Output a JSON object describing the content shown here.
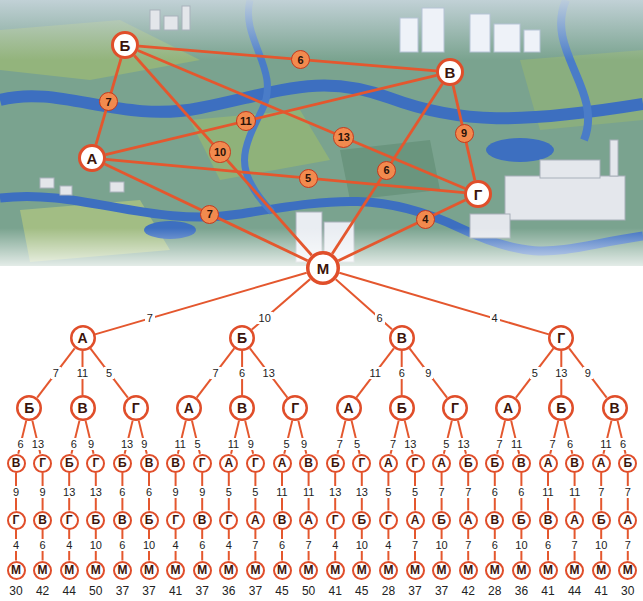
{
  "diagram": {
    "nodes": [
      {
        "text": [
          "Б"
        ]
      },
      {
        "text": [
          "В"
        ]
      },
      {
        "text": [
          "А"
        ]
      },
      {
        "text": [
          "Г"
        ]
      },
      {
        "text": [
          "М"
        ]
      },
      {
        "text": [
          "А"
        ]
      },
      {
        "text": [
          "Б"
        ]
      },
      {
        "text": [
          "В"
        ]
      },
      {
        "text": [
          "Г"
        ]
      },
      {
        "text": [
          "Б"
        ]
      },
      {
        "text": [
          "В"
        ]
      },
      {
        "text": [
          "Г"
        ]
      },
      {
        "text": [
          "А"
        ]
      },
      {
        "text": [
          "В"
        ]
      },
      {
        "text": [
          "Г"
        ]
      },
      {
        "text": [
          "А"
        ]
      },
      {
        "text": [
          "Б"
        ]
      },
      {
        "text": [
          "Г"
        ]
      },
      {
        "text": [
          "А"
        ]
      },
      {
        "text": [
          "Б"
        ]
      },
      {
        "text": [
          "В"
        ]
      },
      {
        "text": [
          "В"
        ]
      },
      {
        "text": [
          "Г"
        ]
      },
      {
        "text": [
          "Б"
        ]
      },
      {
        "text": [
          "Г"
        ]
      },
      {
        "text": [
          "Б"
        ]
      },
      {
        "text": [
          "В"
        ]
      },
      {
        "text": [
          "В"
        ]
      },
      {
        "text": [
          "Г"
        ]
      },
      {
        "text": [
          "А"
        ]
      },
      {
        "text": [
          "Г"
        ]
      },
      {
        "text": [
          "А"
        ]
      },
      {
        "text": [
          "В"
        ]
      },
      {
        "text": [
          "Б"
        ]
      },
      {
        "text": [
          "Г"
        ]
      },
      {
        "text": [
          "А"
        ]
      },
      {
        "text": [
          "Г"
        ]
      },
      {
        "text": [
          "А"
        ]
      },
      {
        "text": [
          "Б"
        ]
      },
      {
        "text": [
          "Б"
        ]
      },
      {
        "text": [
          "В"
        ]
      },
      {
        "text": [
          "А"
        ]
      },
      {
        "text": [
          "В"
        ]
      },
      {
        "text": [
          "А"
        ]
      },
      {
        "text": [
          "Б"
        ]
      },
      {
        "text": [
          "Г"
        ]
      },
      {
        "text": [
          "В"
        ]
      },
      {
        "text": [
          "Г"
        ]
      },
      {
        "text": [
          "Б"
        ]
      },
      {
        "text": [
          "В"
        ]
      },
      {
        "text": [
          "Б"
        ]
      },
      {
        "text": [
          "Г"
        ]
      },
      {
        "text": [
          "В"
        ]
      },
      {
        "text": [
          "Г"
        ]
      },
      {
        "text": [
          "А"
        ]
      },
      {
        "text": [
          "В"
        ]
      },
      {
        "text": [
          "А"
        ]
      },
      {
        "text": [
          "Г"
        ]
      },
      {
        "text": [
          "Б"
        ]
      },
      {
        "text": [
          "Г"
        ]
      },
      {
        "text": [
          "А"
        ]
      },
      {
        "text": [
          "Б"
        ]
      },
      {
        "text": [
          "А"
        ]
      },
      {
        "text": [
          "В"
        ]
      },
      {
        "text": [
          "Б"
        ]
      },
      {
        "text": [
          "В"
        ]
      },
      {
        "text": [
          "А"
        ]
      },
      {
        "text": [
          "Б"
        ]
      },
      {
        "text": [
          "А"
        ]
      },
      {
        "text": [
          "М"
        ]
      },
      {
        "text": [
          "М"
        ]
      },
      {
        "text": [
          "М"
        ]
      },
      {
        "text": [
          "М"
        ]
      },
      {
        "text": [
          "М"
        ]
      },
      {
        "text": [
          "М"
        ]
      },
      {
        "text": [
          "М"
        ]
      },
      {
        "text": [
          "М"
        ]
      },
      {
        "text": [
          "М"
        ]
      },
      {
        "text": [
          "М"
        ]
      },
      {
        "text": [
          "М"
        ]
      },
      {
        "text": [
          "М"
        ]
      },
      {
        "text": [
          "М"
        ]
      },
      {
        "text": [
          "М"
        ]
      },
      {
        "text": [
          "М"
        ]
      },
      {
        "text": [
          "М"
        ]
      },
      {
        "text": [
          "М"
        ]
      },
      {
        "text": [
          "М"
        ]
      },
      {
        "text": [
          "М"
        ]
      },
      {
        "text": [
          "М"
        ]
      },
      {
        "text": [
          "М"
        ]
      },
      {
        "text": [
          "М"
        ]
      },
      {
        "text": [
          "М"
        ]
      },
      {
        "text": [
          "М"
        ]
      }
    ],
    "edges": [
      {
        "from": 0,
        "to": 1,
        "arrow": "none",
        "label": "6"
      },
      {
        "from": 0,
        "to": 2,
        "arrow": "none",
        "label": "7"
      },
      {
        "from": 0,
        "to": 4,
        "arrow": "none",
        "label": "10"
      },
      {
        "from": 0,
        "to": 3,
        "arrow": "none",
        "label": "13"
      },
      {
        "from": 1,
        "to": 2,
        "arrow": "none",
        "label": "11"
      },
      {
        "from": 1,
        "to": 3,
        "arrow": "none",
        "label": "9"
      },
      {
        "from": 1,
        "to": 4,
        "arrow": "none",
        "label": "6"
      },
      {
        "from": 2,
        "to": 3,
        "arrow": "none",
        "label": "5"
      },
      {
        "from": 2,
        "to": 4,
        "arrow": "none",
        "label": "7"
      },
      {
        "from": 3,
        "to": 4,
        "arrow": "none",
        "label": "4"
      },
      {
        "from": 4,
        "to": 5,
        "arrow": "none",
        "label": "7"
      },
      {
        "from": 4,
        "to": 6,
        "arrow": "none",
        "label": "10"
      },
      {
        "from": 4,
        "to": 7,
        "arrow": "none",
        "label": "6"
      },
      {
        "from": 4,
        "to": 8,
        "arrow": "none",
        "label": "4"
      },
      {
        "from": 5,
        "to": 9,
        "arrow": "none",
        "label": "7"
      },
      {
        "from": 5,
        "to": 10,
        "arrow": "none",
        "label": "11"
      },
      {
        "from": 5,
        "to": 11,
        "arrow": "none",
        "label": "5"
      },
      {
        "from": 6,
        "to": 12,
        "arrow": "none",
        "label": "7"
      },
      {
        "from": 6,
        "to": 13,
        "arrow": "none",
        "label": "6"
      },
      {
        "from": 6,
        "to": 14,
        "arrow": "none",
        "label": "13"
      },
      {
        "from": 7,
        "to": 15,
        "arrow": "none",
        "label": "11"
      },
      {
        "from": 7,
        "to": 16,
        "arrow": "none",
        "label": "6"
      },
      {
        "from": 7,
        "to": 17,
        "arrow": "none",
        "label": "9"
      },
      {
        "from": 8,
        "to": 18,
        "arrow": "none",
        "label": "5"
      },
      {
        "from": 8,
        "to": 19,
        "arrow": "none",
        "label": "13"
      },
      {
        "from": 8,
        "to": 20,
        "arrow": "none",
        "label": "9"
      },
      {
        "from": 9,
        "to": 21,
        "arrow": "none",
        "label": "6"
      },
      {
        "from": 9,
        "to": 22,
        "arrow": "none",
        "label": "13"
      },
      {
        "from": 10,
        "to": 23,
        "arrow": "none",
        "label": "6"
      },
      {
        "from": 10,
        "to": 24,
        "arrow": "none",
        "label": "9"
      },
      {
        "from": 11,
        "to": 25,
        "arrow": "none",
        "label": "13"
      },
      {
        "from": 11,
        "to": 26,
        "arrow": "none",
        "label": "9"
      },
      {
        "from": 12,
        "to": 27,
        "arrow": "none",
        "label": "11"
      },
      {
        "from": 12,
        "to": 28,
        "arrow": "none",
        "label": "5"
      },
      {
        "from": 13,
        "to": 29,
        "arrow": "none",
        "label": "11"
      },
      {
        "from": 13,
        "to": 30,
        "arrow": "none",
        "label": "9"
      },
      {
        "from": 14,
        "to": 31,
        "arrow": "none",
        "label": "5"
      },
      {
        "from": 14,
        "to": 32,
        "arrow": "none",
        "label": "9"
      },
      {
        "from": 15,
        "to": 33,
        "arrow": "none",
        "label": "7"
      },
      {
        "from": 15,
        "to": 34,
        "arrow": "none",
        "label": "5"
      },
      {
        "from": 16,
        "to": 35,
        "arrow": "none",
        "label": "7"
      },
      {
        "from": 16,
        "to": 36,
        "arrow": "none",
        "label": "13"
      },
      {
        "from": 17,
        "to": 37,
        "arrow": "none",
        "label": "5"
      },
      {
        "from": 17,
        "to": 38,
        "arrow": "none",
        "label": "13"
      },
      {
        "from": 18,
        "to": 39,
        "arrow": "none",
        "label": "7"
      },
      {
        "from": 18,
        "to": 40,
        "arrow": "none",
        "label": "11"
      },
      {
        "from": 19,
        "to": 41,
        "arrow": "none",
        "label": "7"
      },
      {
        "from": 19,
        "to": 42,
        "arrow": "none",
        "label": "6"
      },
      {
        "from": 20,
        "to": 43,
        "arrow": "none",
        "label": "11"
      },
      {
        "from": 20,
        "to": 44,
        "arrow": "none",
        "label": "6"
      },
      {
        "from": 21,
        "to": 45,
        "arrow": "none",
        "label": "9"
      },
      {
        "from": 22,
        "to": 46,
        "arrow": "none",
        "label": "9"
      },
      {
        "from": 23,
        "to": 47,
        "arrow": "none",
        "label": "13"
      },
      {
        "from": 24,
        "to": 48,
        "arrow": "none",
        "label": "13"
      },
      {
        "from": 25,
        "to": 49,
        "arrow": "none",
        "label": "6"
      },
      {
        "from": 26,
        "to": 50,
        "arrow": "none",
        "label": "6"
      },
      {
        "from": 27,
        "to": 51,
        "arrow": "none",
        "label": "9"
      },
      {
        "from": 28,
        "to": 52,
        "arrow": "none",
        "label": "9"
      },
      {
        "from": 29,
        "to": 53,
        "arrow": "none",
        "label": "5"
      },
      {
        "from": 30,
        "to": 54,
        "arrow": "none",
        "label": "5"
      },
      {
        "from": 31,
        "to": 55,
        "arrow": "none",
        "label": "11"
      },
      {
        "from": 32,
        "to": 56,
        "arrow": "none",
        "label": "11"
      },
      {
        "from": 33,
        "to": 57,
        "arrow": "none",
        "label": "13"
      },
      {
        "from": 34,
        "to": 58,
        "arrow": "none",
        "label": "13"
      },
      {
        "from": 35,
        "to": 59,
        "arrow": "none",
        "label": "5"
      },
      {
        "from": 36,
        "to": 60,
        "arrow": "none",
        "label": "5"
      },
      {
        "from": 37,
        "to": 61,
        "arrow": "none",
        "label": "7"
      },
      {
        "from": 38,
        "to": 62,
        "arrow": "none",
        "label": "7"
      },
      {
        "from": 39,
        "to": 63,
        "arrow": "none",
        "label": "6"
      },
      {
        "from": 40,
        "to": 64,
        "arrow": "none",
        "label": "6"
      },
      {
        "from": 41,
        "to": 65,
        "arrow": "none",
        "label": "11"
      },
      {
        "from": 42,
        "to": 66,
        "arrow": "none",
        "label": "11"
      },
      {
        "from": 43,
        "to": 67,
        "arrow": "none",
        "label": "7"
      },
      {
        "from": 44,
        "to": 68,
        "arrow": "none",
        "label": "7"
      },
      {
        "from": 45,
        "to": 69,
        "arrow": "none",
        "label": "4"
      },
      {
        "from": 46,
        "to": 70,
        "arrow": "none",
        "label": "6"
      },
      {
        "from": 47,
        "to": 71,
        "arrow": "none",
        "label": "4"
      },
      {
        "from": 48,
        "to": 72,
        "arrow": "none",
        "label": "10"
      },
      {
        "from": 49,
        "to": 73,
        "arrow": "none",
        "label": "6"
      },
      {
        "from": 50,
        "to": 74,
        "arrow": "none",
        "label": "10"
      },
      {
        "from": 51,
        "to": 75,
        "arrow": "none",
        "label": "4"
      },
      {
        "from": 52,
        "to": 76,
        "arrow": "none",
        "label": "6"
      },
      {
        "from": 53,
        "to": 77,
        "arrow": "none",
        "label": "4"
      },
      {
        "from": 54,
        "to": 78,
        "arrow": "none",
        "label": "7"
      },
      {
        "from": 55,
        "to": 79,
        "arrow": "none",
        "label": "6"
      },
      {
        "from": 56,
        "to": 80,
        "arrow": "none",
        "label": "7"
      },
      {
        "from": 57,
        "to": 81,
        "arrow": "none",
        "label": "4"
      },
      {
        "from": 58,
        "to": 82,
        "arrow": "none",
        "label": "10"
      },
      {
        "from": 59,
        "to": 83,
        "arrow": "none",
        "label": "4"
      },
      {
        "from": 60,
        "to": 84,
        "arrow": "none",
        "label": "7"
      },
      {
        "from": 61,
        "to": 85,
        "arrow": "none",
        "label": "10"
      },
      {
        "from": 62,
        "to": 86,
        "arrow": "none",
        "label": "7"
      },
      {
        "from": 63,
        "to": 87,
        "arrow": "none",
        "label": "6"
      },
      {
        "from": 64,
        "to": 88,
        "arrow": "none",
        "label": "10"
      },
      {
        "from": 65,
        "to": 89,
        "arrow": "none",
        "label": "6"
      },
      {
        "from": 66,
        "to": 90,
        "arrow": "none",
        "label": "7"
      },
      {
        "from": 67,
        "to": 91,
        "arrow": "none",
        "label": "10"
      },
      {
        "from": 68,
        "to": 92,
        "arrow": "none",
        "label": "7"
      }
    ],
    "labels": [
      "30",
      "42",
      "44",
      "50",
      "37",
      "37",
      "41",
      "37",
      "36",
      "37",
      "45",
      "50",
      "41",
      "45",
      "28",
      "37",
      "37",
      "42",
      "28",
      "36",
      "41",
      "44",
      "41",
      "30"
    ]
  }
}
